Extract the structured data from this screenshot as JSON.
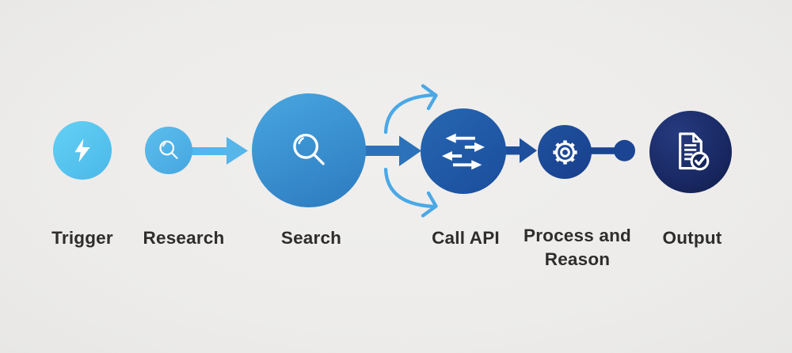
{
  "diagram": {
    "type": "workflow",
    "background_color": "#edecea",
    "label_color": "#2e2d2b"
  },
  "nodes": [
    {
      "id": "trigger",
      "label": "Trigger",
      "icon": "lightning-icon",
      "color": "#55c3ef",
      "size": "small"
    },
    {
      "id": "research",
      "label": "Research",
      "icon": "magnifier-icon",
      "color": "#51b0e7",
      "size": "small"
    },
    {
      "id": "search",
      "label": "Search",
      "icon": "magnifier-icon",
      "color": "#3a93d2",
      "size": "large"
    },
    {
      "id": "call-api",
      "label": "Call API",
      "icon": "exchange-arrows-icon",
      "color": "#1f5aa9",
      "size": "medium"
    },
    {
      "id": "process",
      "label": "Process and Reason",
      "icon": "gear-icon",
      "color": "#1c4a97",
      "size": "small"
    },
    {
      "id": "output",
      "label": "Output",
      "icon": "document-check-icon",
      "color": "#172a64",
      "size": "medium"
    }
  ],
  "connections": [
    {
      "from": "research",
      "to": "search",
      "style": "straight-arrow",
      "color": "#56b5e9"
    },
    {
      "from": "search",
      "to": "call-api",
      "style": "straight-arrow",
      "color": "#2b72ba"
    },
    {
      "from": "call-api",
      "to": "process",
      "style": "straight-arrow",
      "color": "#1d4f9d"
    },
    {
      "from": "process",
      "to": "output",
      "style": "line-with-dot",
      "color": "#1b4492"
    },
    {
      "from": "search",
      "to": "call-api",
      "style": "curved-arrow-top",
      "color": "#4aa8e6"
    },
    {
      "from": "search",
      "to": "call-api",
      "style": "curved-arrow-bottom",
      "color": "#4aa8e6"
    }
  ]
}
